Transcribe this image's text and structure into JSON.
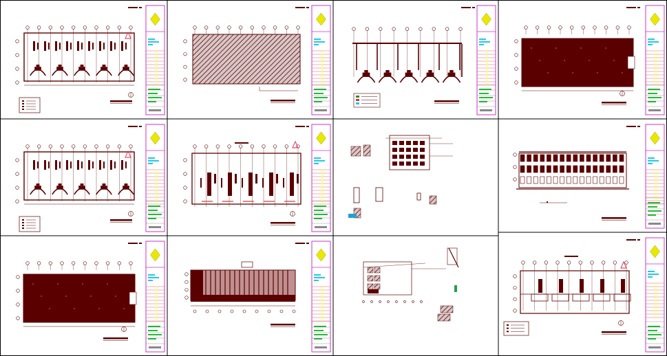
{
  "sheet_set": {
    "panels": [
      {
        "id": "p1",
        "kind": "plan-furnished"
      },
      {
        "id": "p2",
        "kind": "plan-hatched"
      },
      {
        "id": "p3",
        "kind": "roof-plan-arches"
      },
      {
        "id": "p4",
        "kind": "plan-solid"
      },
      {
        "id": "p5",
        "kind": "plan-furnished"
      },
      {
        "id": "p6",
        "kind": "plan-columns"
      },
      {
        "id": "p7",
        "kind": "details"
      },
      {
        "id": "p8",
        "kind": "elevation"
      },
      {
        "id": "p9",
        "kind": "plan-solid"
      },
      {
        "id": "p10",
        "kind": "section-striped"
      },
      {
        "id": "p11",
        "kind": "details-2"
      },
      {
        "id": "p12",
        "kind": "plan-rooms"
      }
    ],
    "title_block": {
      "frame_color": "#cc33cc",
      "logo_color": "#e8e800",
      "accent_cyan": "#22c8e8",
      "accent_green": "#22bb33",
      "accent_yellow": "#ffff66"
    },
    "colors": {
      "ink": "#5a0000",
      "grid_line": "#000000",
      "north_arrow": "#e0204a"
    }
  }
}
